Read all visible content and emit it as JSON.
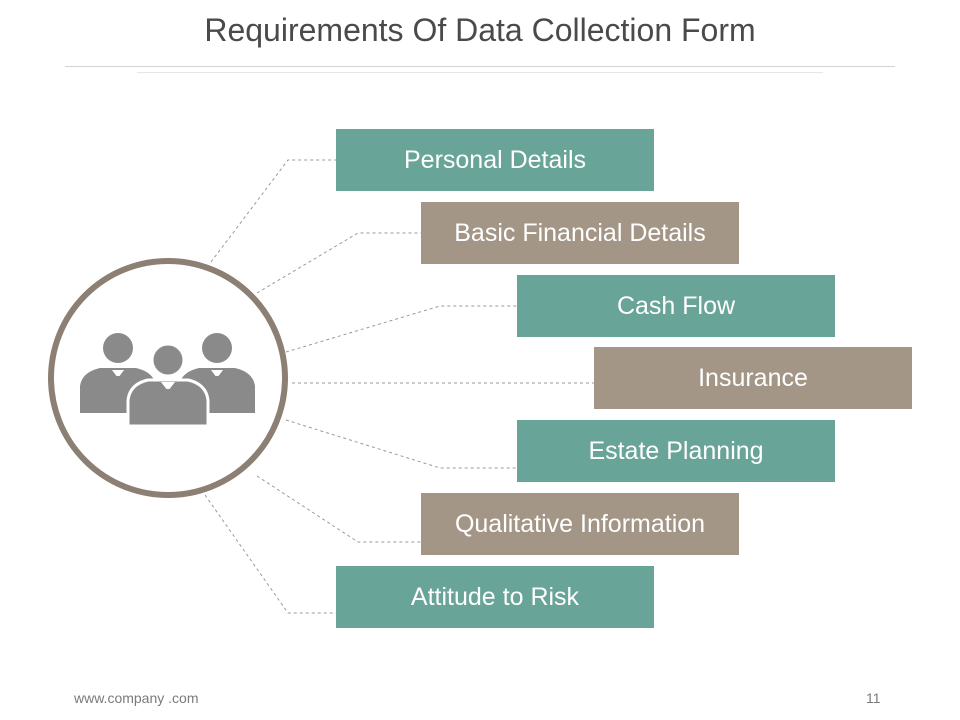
{
  "title": "Requirements Of Data Collection Form",
  "hub": {
    "icon": "business-people-icon"
  },
  "items": [
    {
      "label": "Personal Details",
      "color": "#69a498"
    },
    {
      "label": "Basic Financial Details",
      "color": "#a39686"
    },
    {
      "label": "Cash Flow",
      "color": "#69a498"
    },
    {
      "label": "Insurance",
      "color": "#a39686"
    },
    {
      "label": "Estate Planning",
      "color": "#69a498"
    },
    {
      "label": "Qualitative Information",
      "color": "#a39686"
    },
    {
      "label": "Attitude to Risk",
      "color": "#69a498"
    }
  ],
  "footer": {
    "website": "www.company .com",
    "page_number": "11"
  },
  "colors": {
    "teal": "#69a498",
    "taupe": "#a39686",
    "ring": "#8c8074",
    "icon": "#8a8a8a"
  }
}
